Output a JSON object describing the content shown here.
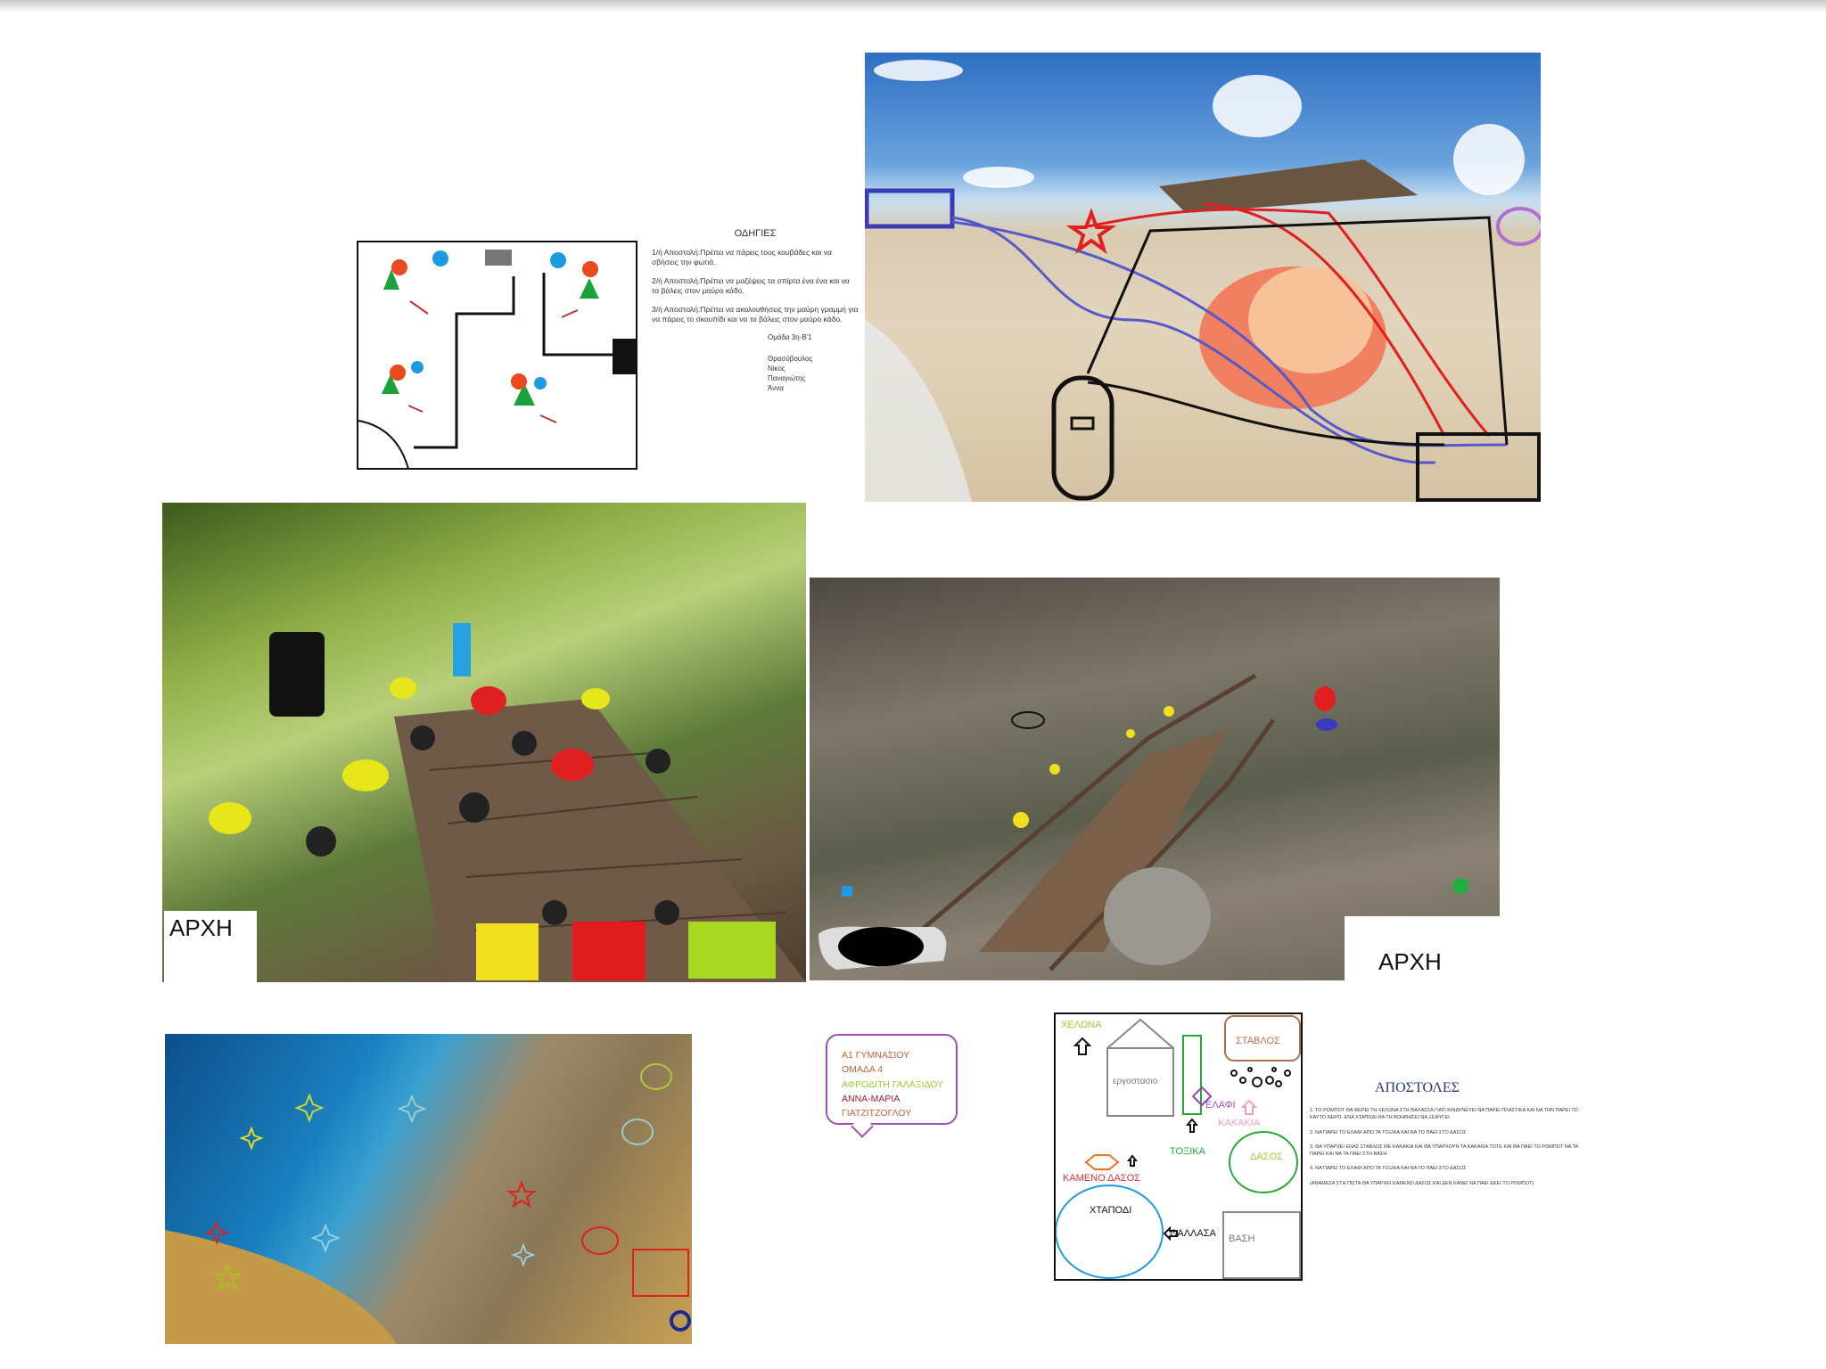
{
  "instructions": {
    "title": "ΟΔΗΓΙΕΣ",
    "mission1": "1/ή Αποστολή:Πρέπει να πάρεις τους κουβάδες και να σβήσεις την φωτιά.",
    "mission2": "2/ή Αποστολή:Πρέπει να μαζέψεις τα σπίρτα ένα ένα και να τα βάλεις στον μαύρο κάδο.",
    "mission3": "3/ή Αποστολή:Πρέπει να ακολουθήσεις την μαύρη γραμμή για να πάρεις το σκουπίδι και να το βάλεις στον μαύρο κάδο.",
    "team": "Ομάδα 3η-Β'1",
    "names": [
      "Θρασύβουλος",
      "Νίκος",
      "Παναγιώτης",
      "Άννα"
    ]
  },
  "forest": {
    "start_label": "ΑΡΧΗ"
  },
  "bridge": {
    "start_label": "ΑΡΧΗ"
  },
  "bubble": {
    "lines": [
      {
        "text": "Α1 ΓΥΜΝΑΣΙΟΥ",
        "color": "#c0643c"
      },
      {
        "text": "ΟΜΑΔΑ 4",
        "color": "#c0643c"
      },
      {
        "text": "ΑΦΡΟΔΙΤΗ ΓΑΛΑΞΙΔΟΥ",
        "color": "#9acd32"
      },
      {
        "text": "ΑΝΝΑ-ΜΑΡΙΑ",
        "color": "#a0202a"
      },
      {
        "text": "ΓΙΑΤΖΙΤΖΟΓΛΟΥ",
        "color": "#c0643c"
      }
    ]
  },
  "map": {
    "turtle": "ΧΕΛΩΝΑ",
    "factory": "εργοστασιο",
    "stable": "ΣΤΑΒΛΟΣ",
    "deer": "ΕΛΑΦΙ",
    "droppings": "ΚΑΚΑΚΙΑ",
    "toxic": "ΤΟΞΙΚΑ",
    "forest": "ΔΑΣΟΣ",
    "burnt_forest": "ΚΑΜΕΝΟ ΔΑΣΟΣ",
    "octopus": "ΧΤΑΠΟΔΙ",
    "sea": "ΘΑΛΛΑΣΑ",
    "base": "ΒΑΣΗ"
  },
  "missions": {
    "title": "ΑΠΟΣΤΟΛΕΣ",
    "items": [
      "1. ΤΟ ΡΟΜΠΟΤ ΘΑ ΦΕΡΕΙ ΤΗ ΧΕΛΩΝΑ ΣΤΗ ΘΑΛΑΣΣΑ ΓΙΑΤΙ ΚΙΝΔΥΝΕΥΕΙ ΝΑ ΠΑΡΕΙ ΠΛΑΣΤΙΚΑ ΚΑΙ ΝΑ ΤΗΝ ΠΑΡΕΙ ΤΟ ΚΑΥΤΟ ΝΕΡΟ· ΕΝΑ ΧΤΑΠΟΔΙ ΘΑ ΤΗ ΒΟΗΘΗΣΕΙ ΝΑ ΞΕΦΥΓΕΙ.",
      "2. ΝΑ ΠΑΡΕΙ ΤΟ ΕΛΑΦΙ ΑΠΟ ΤΑ ΤΟΞΙΚΑ ΚΑΙ ΝΑ ΤΟ ΠΑΕΙ ΣΤΟ ΔΑΣΟΣ",
      "3. ΘΑ ΥΠΑΡΧΕΙ ΕΝΑΣ ΣΤΑΒΛΟΣ ΜΕ ΚΑΚΑΚΙΑ ΚΑΙ ΘΑ ΥΠΑΡΧΟΥΝ ΤΑ ΚΑΚΑΚΙΑ ΤΟΤΕ ΚΑΙ ΘΑ ΠΑΕΙ ΤΟ ΡΟΜΠΟΤ ΝΑ ΤΑ ΠΑΡΕΙ ΚΑΙ ΝΑ ΤΑ ΠΑΕΙ ΣΤΗ ΒΑΣΗ",
      "4. ΝΑ ΠΑΡΕΙ ΤΟ ΕΛΑΦΙ ΑΠΟ ΤΑ ΤΟΞΙΚΑ ΚΑΙ ΝΑ ΤΟ ΠΑΕΙ ΣΤΟ ΔΑΣΟΣ",
      "(ΑΝΑΜΕΣΑ ΣΤΗ ΠΙΣΤΑ ΘΑ ΥΠΑΡΧΕΙ ΚΑΜΕΝΟ ΔΑΣΟΣ ΚΑΙ ΔΕΝ ΚΑΝΕΙ ΝΑ ΠΑΕΙ ΕΚΕΙ ΤΟ ΡΟΜΠΟΤ)"
    ]
  }
}
